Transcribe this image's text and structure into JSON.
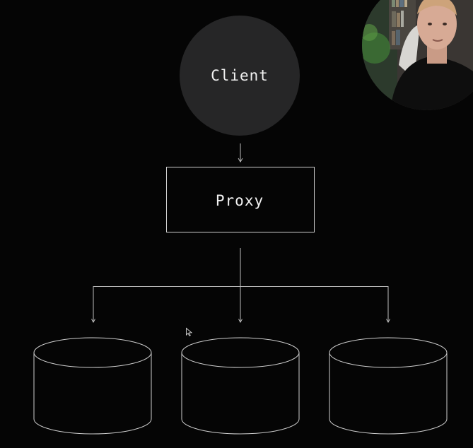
{
  "diagram": {
    "client_label": "Client",
    "proxy_label": "Proxy",
    "colors": {
      "background": "#050505",
      "client_fill": "#262627",
      "stroke": "#cfcfcf",
      "text": "#f2f2f2"
    }
  },
  "overlay": {
    "webcam": "presenter-webcam-feed"
  },
  "cursor": "mouse-pointer-icon"
}
